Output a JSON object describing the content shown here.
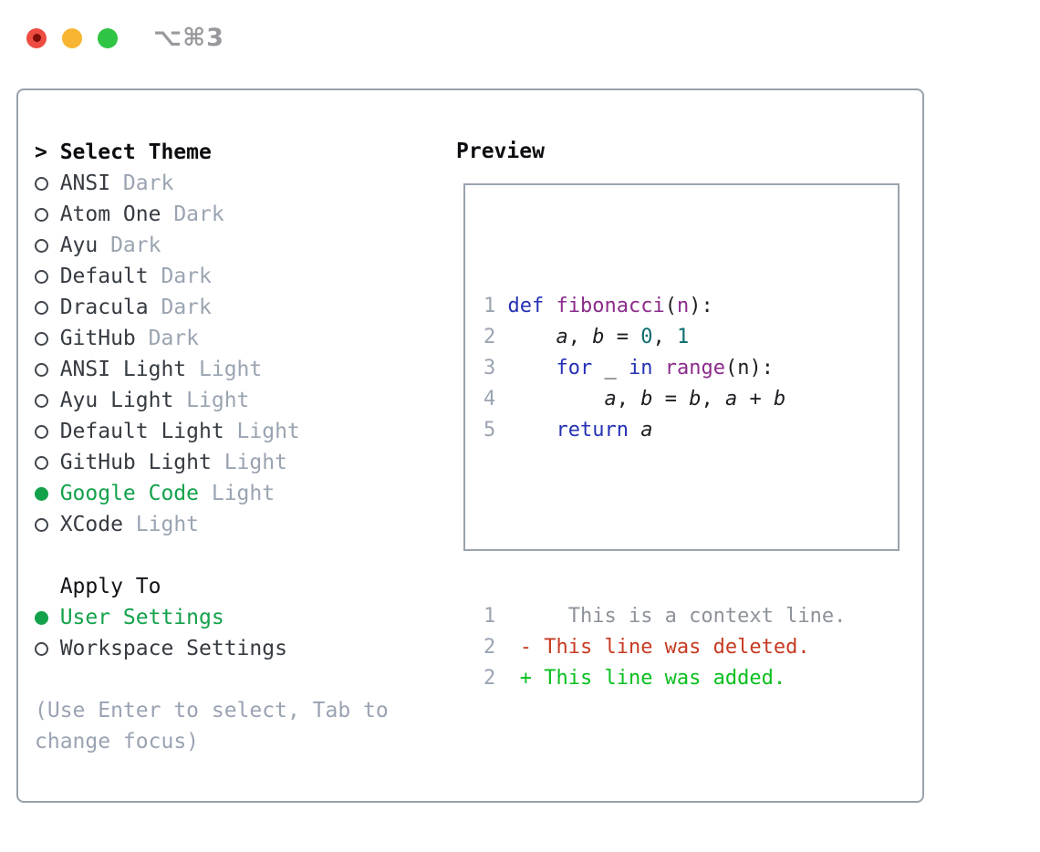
{
  "window": {
    "shortcut_label": "⌥⌘3"
  },
  "colors": {
    "accent_green": "#13a24b",
    "added_green": "#0abf1f",
    "deleted_red": "#c73b22",
    "keyword_blue": "#2531b4",
    "function_purple": "#8b2b8b",
    "literal_teal": "#0c6d70",
    "muted_gray": "#9aa4b1",
    "panel_border": "#98a1ac",
    "traffic_red": "#ee4c41",
    "traffic_yellow": "#f8b531",
    "traffic_green": "#2fc443"
  },
  "theme_panel": {
    "header_prefix": ">",
    "header_label": "Select Theme",
    "themes": [
      {
        "name": "ANSI",
        "tag": "Dark",
        "selected": false
      },
      {
        "name": "Atom One",
        "tag": "Dark",
        "selected": false
      },
      {
        "name": "Ayu",
        "tag": "Dark",
        "selected": false
      },
      {
        "name": "Default",
        "tag": "Dark",
        "selected": false
      },
      {
        "name": "Dracula",
        "tag": "Dark",
        "selected": false
      },
      {
        "name": "GitHub",
        "tag": "Dark",
        "selected": false
      },
      {
        "name": "ANSI Light",
        "tag": "Light",
        "selected": false
      },
      {
        "name": "Ayu Light",
        "tag": "Light",
        "selected": false
      },
      {
        "name": "Default Light",
        "tag": "Light",
        "selected": false
      },
      {
        "name": "GitHub Light",
        "tag": "Light",
        "selected": false
      },
      {
        "name": "Google Code",
        "tag": "Light",
        "selected": true
      },
      {
        "name": "XCode",
        "tag": "Light",
        "selected": false
      }
    ],
    "apply_to_label": "Apply To",
    "apply_options": [
      {
        "name": "User Settings",
        "selected": true
      },
      {
        "name": "Workspace Settings",
        "selected": false
      }
    ],
    "hint": "(Use Enter to select, Tab to change focus)"
  },
  "preview": {
    "label": "Preview",
    "code_lines": [
      {
        "num": "1",
        "tokens": [
          {
            "t": "def",
            "c": "kw"
          },
          {
            "t": " "
          },
          {
            "t": "fibonacci",
            "c": "fn"
          },
          {
            "t": "("
          },
          {
            "t": "n",
            "c": "fn"
          },
          {
            "t": "):"
          }
        ]
      },
      {
        "num": "2",
        "tokens": [
          {
            "t": "    "
          },
          {
            "t": "a",
            "c": "var"
          },
          {
            "t": ", "
          },
          {
            "t": "b",
            "c": "var"
          },
          {
            "t": " = "
          },
          {
            "t": "0",
            "c": "num"
          },
          {
            "t": ", "
          },
          {
            "t": "1",
            "c": "num"
          }
        ]
      },
      {
        "num": "3",
        "tokens": [
          {
            "t": "    "
          },
          {
            "t": "for",
            "c": "kw"
          },
          {
            "t": " _ "
          },
          {
            "t": "in",
            "c": "kw"
          },
          {
            "t": " "
          },
          {
            "t": "range",
            "c": "fn"
          },
          {
            "t": "(n):"
          }
        ]
      },
      {
        "num": "4",
        "tokens": [
          {
            "t": "        "
          },
          {
            "t": "a",
            "c": "var"
          },
          {
            "t": ", "
          },
          {
            "t": "b",
            "c": "var"
          },
          {
            "t": " = "
          },
          {
            "t": "b",
            "c": "var"
          },
          {
            "t": ", "
          },
          {
            "t": "a",
            "c": "var"
          },
          {
            "t": " + "
          },
          {
            "t": "b",
            "c": "var"
          }
        ]
      },
      {
        "num": "5",
        "tokens": [
          {
            "t": "    "
          },
          {
            "t": "return",
            "c": "kw"
          },
          {
            "t": " "
          },
          {
            "t": "a",
            "c": "var"
          }
        ]
      }
    ],
    "diff_lines": [
      {
        "num": "1",
        "kind": "context",
        "text": "     This is a context line."
      },
      {
        "num": "2",
        "kind": "deleted",
        "text": " - This line was deleted."
      },
      {
        "num": "2",
        "kind": "added",
        "text": " + This line was added."
      }
    ]
  }
}
